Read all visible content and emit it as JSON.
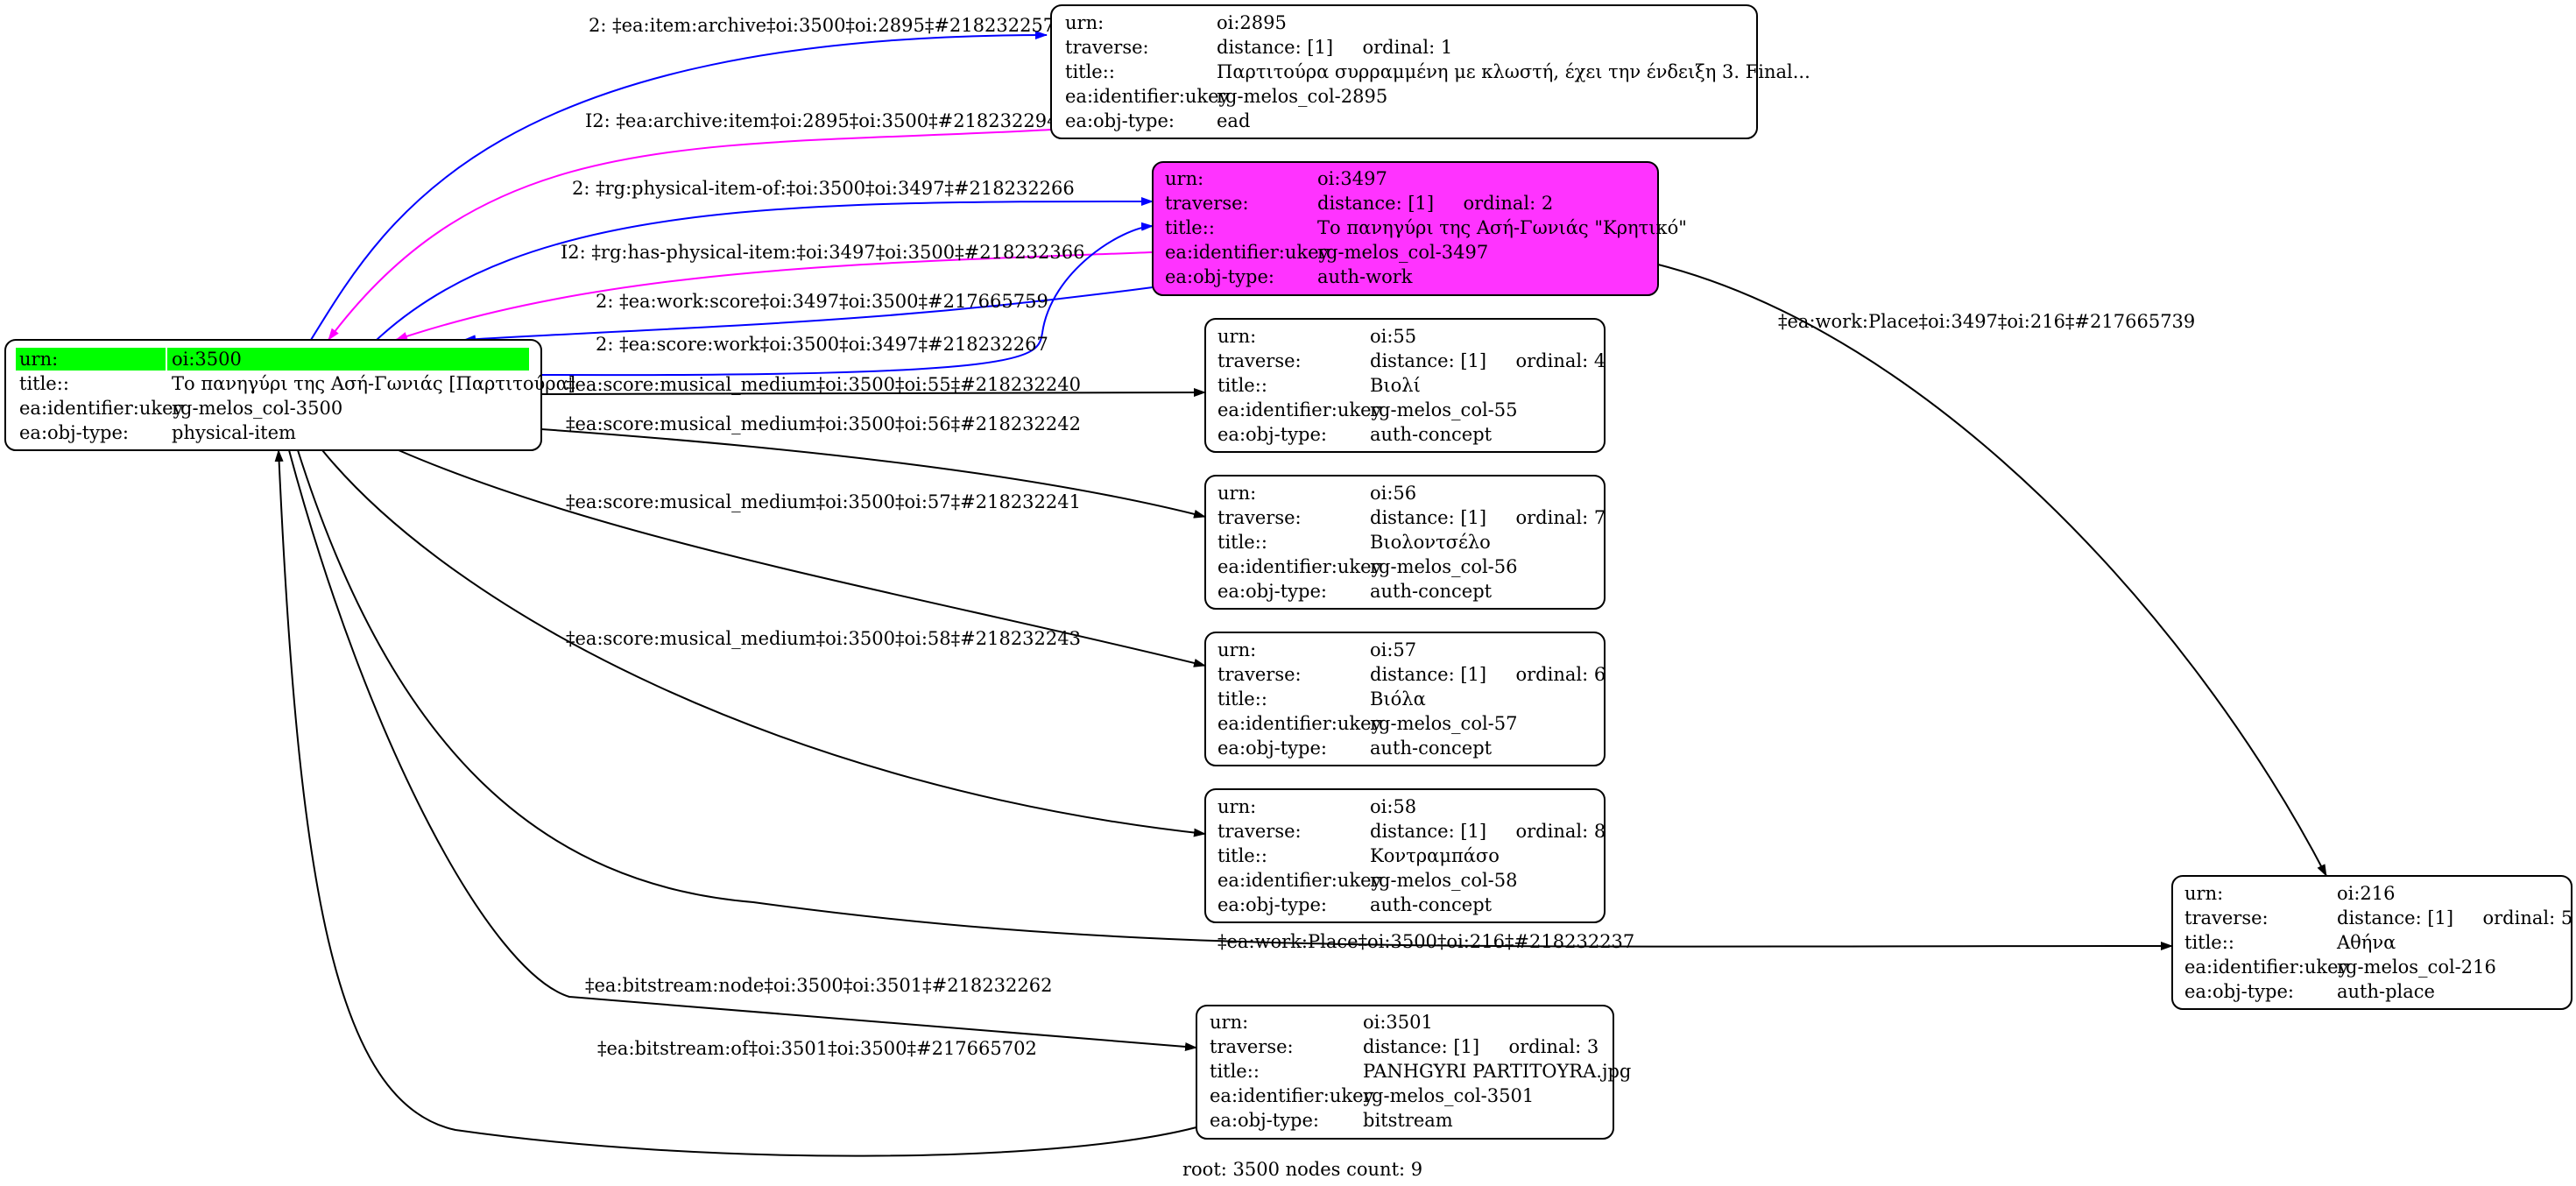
{
  "colors": {
    "edge_default": "#000000",
    "edge_blue": "#0000ff",
    "edge_magenta": "#ff00ff",
    "node_highlight_fill": "#ff33ff",
    "root_row_highlight": "#00ff00",
    "node_fill": "#ffffff"
  },
  "nodes": {
    "n3500": {
      "rows": [
        {
          "key": "urn:",
          "value": "oi:3500"
        },
        {
          "key": "title::",
          "value": "Το πανηγύρι της Ασή-Γωνιάς [Παρτιτούρα]"
        },
        {
          "key": "ea:identifier:ukey",
          "value": "rg-melos_col-3500"
        },
        {
          "key": "ea:obj-type:",
          "value": "physical-item"
        }
      ]
    },
    "n2895": {
      "rows": [
        {
          "key": "urn:",
          "value": "oi:2895"
        },
        {
          "key": "traverse:",
          "value": "distance: [1]     ordinal: 1"
        },
        {
          "key": "title::",
          "value": "Παρτιτούρα συρραμμένη με κλωστή, έχει την ένδειξη 3. Final..."
        },
        {
          "key": "ea:identifier:ukey",
          "value": "rg-melos_col-2895"
        },
        {
          "key": "ea:obj-type:",
          "value": "ead"
        }
      ]
    },
    "n3497": {
      "rows": [
        {
          "key": "urn:",
          "value": "oi:3497"
        },
        {
          "key": "traverse:",
          "value": "distance: [1]     ordinal: 2"
        },
        {
          "key": "title::",
          "value": "Το πανηγύρι της Ασή-Γωνιάς \"Κρητικό\""
        },
        {
          "key": "ea:identifier:ukey",
          "value": "rg-melos_col-3497"
        },
        {
          "key": "ea:obj-type:",
          "value": "auth-work"
        }
      ]
    },
    "n55": {
      "rows": [
        {
          "key": "urn:",
          "value": "oi:55"
        },
        {
          "key": "traverse:",
          "value": "distance: [1]     ordinal: 4"
        },
        {
          "key": "title::",
          "value": "Βιολί"
        },
        {
          "key": "ea:identifier:ukey",
          "value": "rg-melos_col-55"
        },
        {
          "key": "ea:obj-type:",
          "value": "auth-concept"
        }
      ]
    },
    "n56": {
      "rows": [
        {
          "key": "urn:",
          "value": "oi:56"
        },
        {
          "key": "traverse:",
          "value": "distance: [1]     ordinal: 7"
        },
        {
          "key": "title::",
          "value": "Βιολοντσέλο"
        },
        {
          "key": "ea:identifier:ukey",
          "value": "rg-melos_col-56"
        },
        {
          "key": "ea:obj-type:",
          "value": "auth-concept"
        }
      ]
    },
    "n57": {
      "rows": [
        {
          "key": "urn:",
          "value": "oi:57"
        },
        {
          "key": "traverse:",
          "value": "distance: [1]     ordinal: 6"
        },
        {
          "key": "title::",
          "value": "Βιόλα"
        },
        {
          "key": "ea:identifier:ukey",
          "value": "rg-melos_col-57"
        },
        {
          "key": "ea:obj-type:",
          "value": "auth-concept"
        }
      ]
    },
    "n58": {
      "rows": [
        {
          "key": "urn:",
          "value": "oi:58"
        },
        {
          "key": "traverse:",
          "value": "distance: [1]     ordinal: 8"
        },
        {
          "key": "title::",
          "value": "Κοντραμπάσο"
        },
        {
          "key": "ea:identifier:ukey",
          "value": "rg-melos_col-58"
        },
        {
          "key": "ea:obj-type:",
          "value": "auth-concept"
        }
      ]
    },
    "n3501": {
      "rows": [
        {
          "key": "urn:",
          "value": "oi:3501"
        },
        {
          "key": "traverse:",
          "value": "distance: [1]     ordinal: 3"
        },
        {
          "key": "title::",
          "value": "PANHGYRI PARTITOYRA.jpg"
        },
        {
          "key": "ea:identifier:ukey",
          "value": "rg-melos_col-3501"
        },
        {
          "key": "ea:obj-type:",
          "value": "bitstream"
        }
      ]
    },
    "n216": {
      "rows": [
        {
          "key": "urn:",
          "value": "oi:216"
        },
        {
          "key": "traverse:",
          "value": "distance: [1]     ordinal: 5"
        },
        {
          "key": "title::",
          "value": "Αθήνα"
        },
        {
          "key": "ea:identifier:ukey",
          "value": "rg-melos_col-216"
        },
        {
          "key": "ea:obj-type:",
          "value": "auth-place"
        }
      ]
    }
  },
  "edges": {
    "e1": "2: ‡ea:item:archive‡oi:3500‡oi:2895‡#218232257",
    "e2": "I2: ‡ea:archive:item‡oi:2895‡oi:3500‡#218232294",
    "e3": "2: ‡rg:physical-item-of:‡oi:3500‡oi:3497‡#218232266",
    "e4": "I2: ‡rg:has-physical-item:‡oi:3497‡oi:3500‡#218232366",
    "e5": "2: ‡ea:work:score‡oi:3497‡oi:3500‡#217665759",
    "e6": "2: ‡ea:score:work‡oi:3500‡oi:3497‡#218232267",
    "e7": "‡ea:score:musical_medium‡oi:3500‡oi:55‡#218232240",
    "e8": "‡ea:score:musical_medium‡oi:3500‡oi:56‡#218232242",
    "e9": "‡ea:score:musical_medium‡oi:3500‡oi:57‡#218232241",
    "e10": "‡ea:score:musical_medium‡oi:3500‡oi:58‡#218232243",
    "e11": "‡ea:work:Place‡oi:3497‡oi:216‡#217665739",
    "e12": "‡ea:work:Place‡oi:3500‡oi:216‡#218232237",
    "e13": "‡ea:bitstream:node‡oi:3500‡oi:3501‡#218232262",
    "e14": "‡ea:bitstream:of‡oi:3501‡oi:3500‡#217665702"
  },
  "footer": "root: 3500 nodes count: 9"
}
